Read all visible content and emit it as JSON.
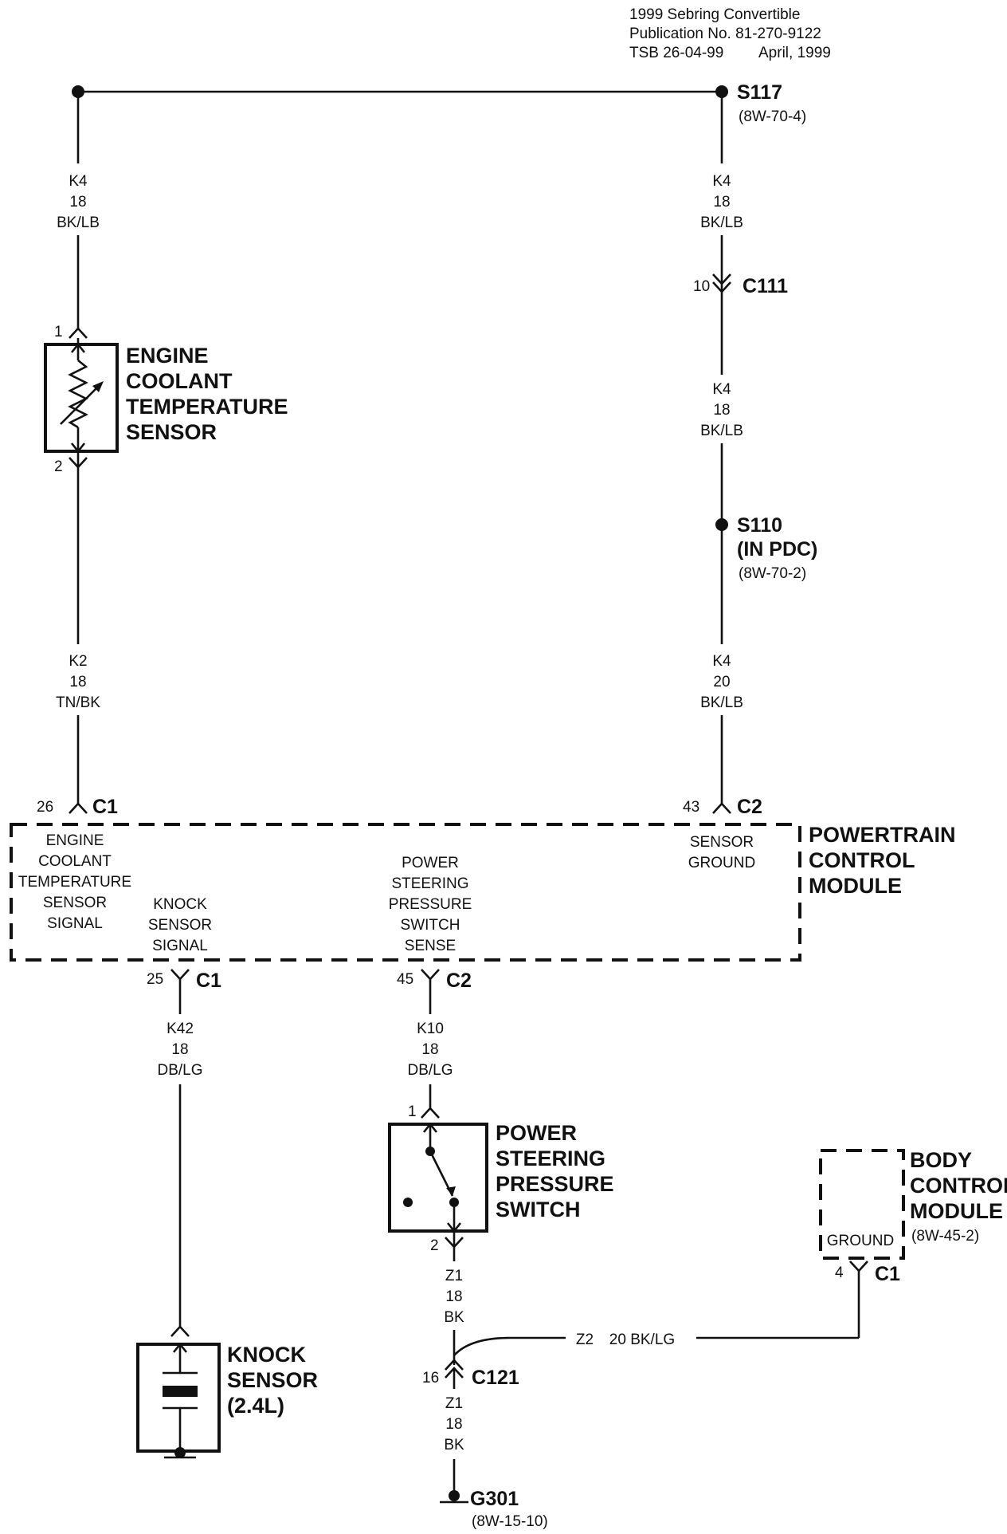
{
  "header": {
    "line1": "1999 Sebring Convertible",
    "line2": "Publication No. 81-270-9122",
    "line3": "TSB 26-04-99",
    "date": "April, 1999"
  },
  "splices": {
    "s117": {
      "id": "S117",
      "ref": "(8W-70-4)"
    },
    "s110": {
      "id": "S110",
      "location": "(IN PDC)",
      "ref": "(8W-70-2)"
    }
  },
  "wires": {
    "left_top": {
      "circuit": "K4",
      "gauge": "18",
      "color": "BK/LB"
    },
    "right_top": {
      "circuit": "K4",
      "gauge": "18",
      "color": "BK/LB"
    },
    "right_mid": {
      "circuit": "K4",
      "gauge": "18",
      "color": "BK/LB"
    },
    "k2": {
      "circuit": "K2",
      "gauge": "18",
      "color": "TN/BK"
    },
    "right_low": {
      "circuit": "K4",
      "gauge": "20",
      "color": "BK/LB"
    },
    "k42": {
      "circuit": "K42",
      "gauge": "18",
      "color": "DB/LG"
    },
    "k10": {
      "circuit": "K10",
      "gauge": "18",
      "color": "DB/LG"
    },
    "z1_upper": {
      "circuit": "Z1",
      "gauge": "18",
      "color": "BK"
    },
    "z1_lower": {
      "circuit": "Z1",
      "gauge": "18",
      "color": "BK"
    },
    "z2": {
      "circuit": "Z2",
      "spec": "20 BK/LG"
    }
  },
  "connectors": {
    "c111": {
      "pin": "10",
      "name": "C111"
    },
    "pcm_c1_top": {
      "pin": "26",
      "name": "C1"
    },
    "pcm_c2_top": {
      "pin": "43",
      "name": "C2"
    },
    "pcm_c1_bottom": {
      "pin": "25",
      "name": "C1"
    },
    "pcm_c2_bottom": {
      "pin": "45",
      "name": "C2"
    },
    "c121": {
      "pin": "16",
      "name": "C121"
    },
    "bcm_c1": {
      "pin": "4",
      "name": "C1"
    }
  },
  "components": {
    "ect_sensor": {
      "pin_top": "1",
      "pin_bottom": "2",
      "name": [
        "ENGINE",
        "COOLANT",
        "TEMPERATURE",
        "SENSOR"
      ]
    },
    "pcm": {
      "name": [
        "POWERTRAIN",
        "CONTROL",
        "MODULE"
      ],
      "ect_signal": [
        "ENGINE",
        "COOLANT",
        "TEMPERATURE",
        "SENSOR",
        "SIGNAL"
      ],
      "knock_signal": [
        "KNOCK",
        "SENSOR",
        "SIGNAL"
      ],
      "ps_sense": [
        "POWER",
        "STEERING",
        "PRESSURE",
        "SWITCH",
        "SENSE"
      ],
      "sensor_ground": [
        "SENSOR",
        "GROUND"
      ]
    },
    "ps_switch": {
      "pin_top": "1",
      "pin_bottom": "2",
      "name": [
        "POWER",
        "STEERING",
        "PRESSURE",
        "SWITCH"
      ]
    },
    "knock_sensor": {
      "name": [
        "KNOCK",
        "SENSOR",
        "(2.4L)"
      ]
    },
    "bcm": {
      "name": [
        "BODY",
        "CONTROL",
        "MODULE"
      ],
      "ref": "(8W-45-2)",
      "ground": "GROUND"
    }
  },
  "ground": {
    "id": "G301",
    "ref": "(8W-15-10)"
  }
}
